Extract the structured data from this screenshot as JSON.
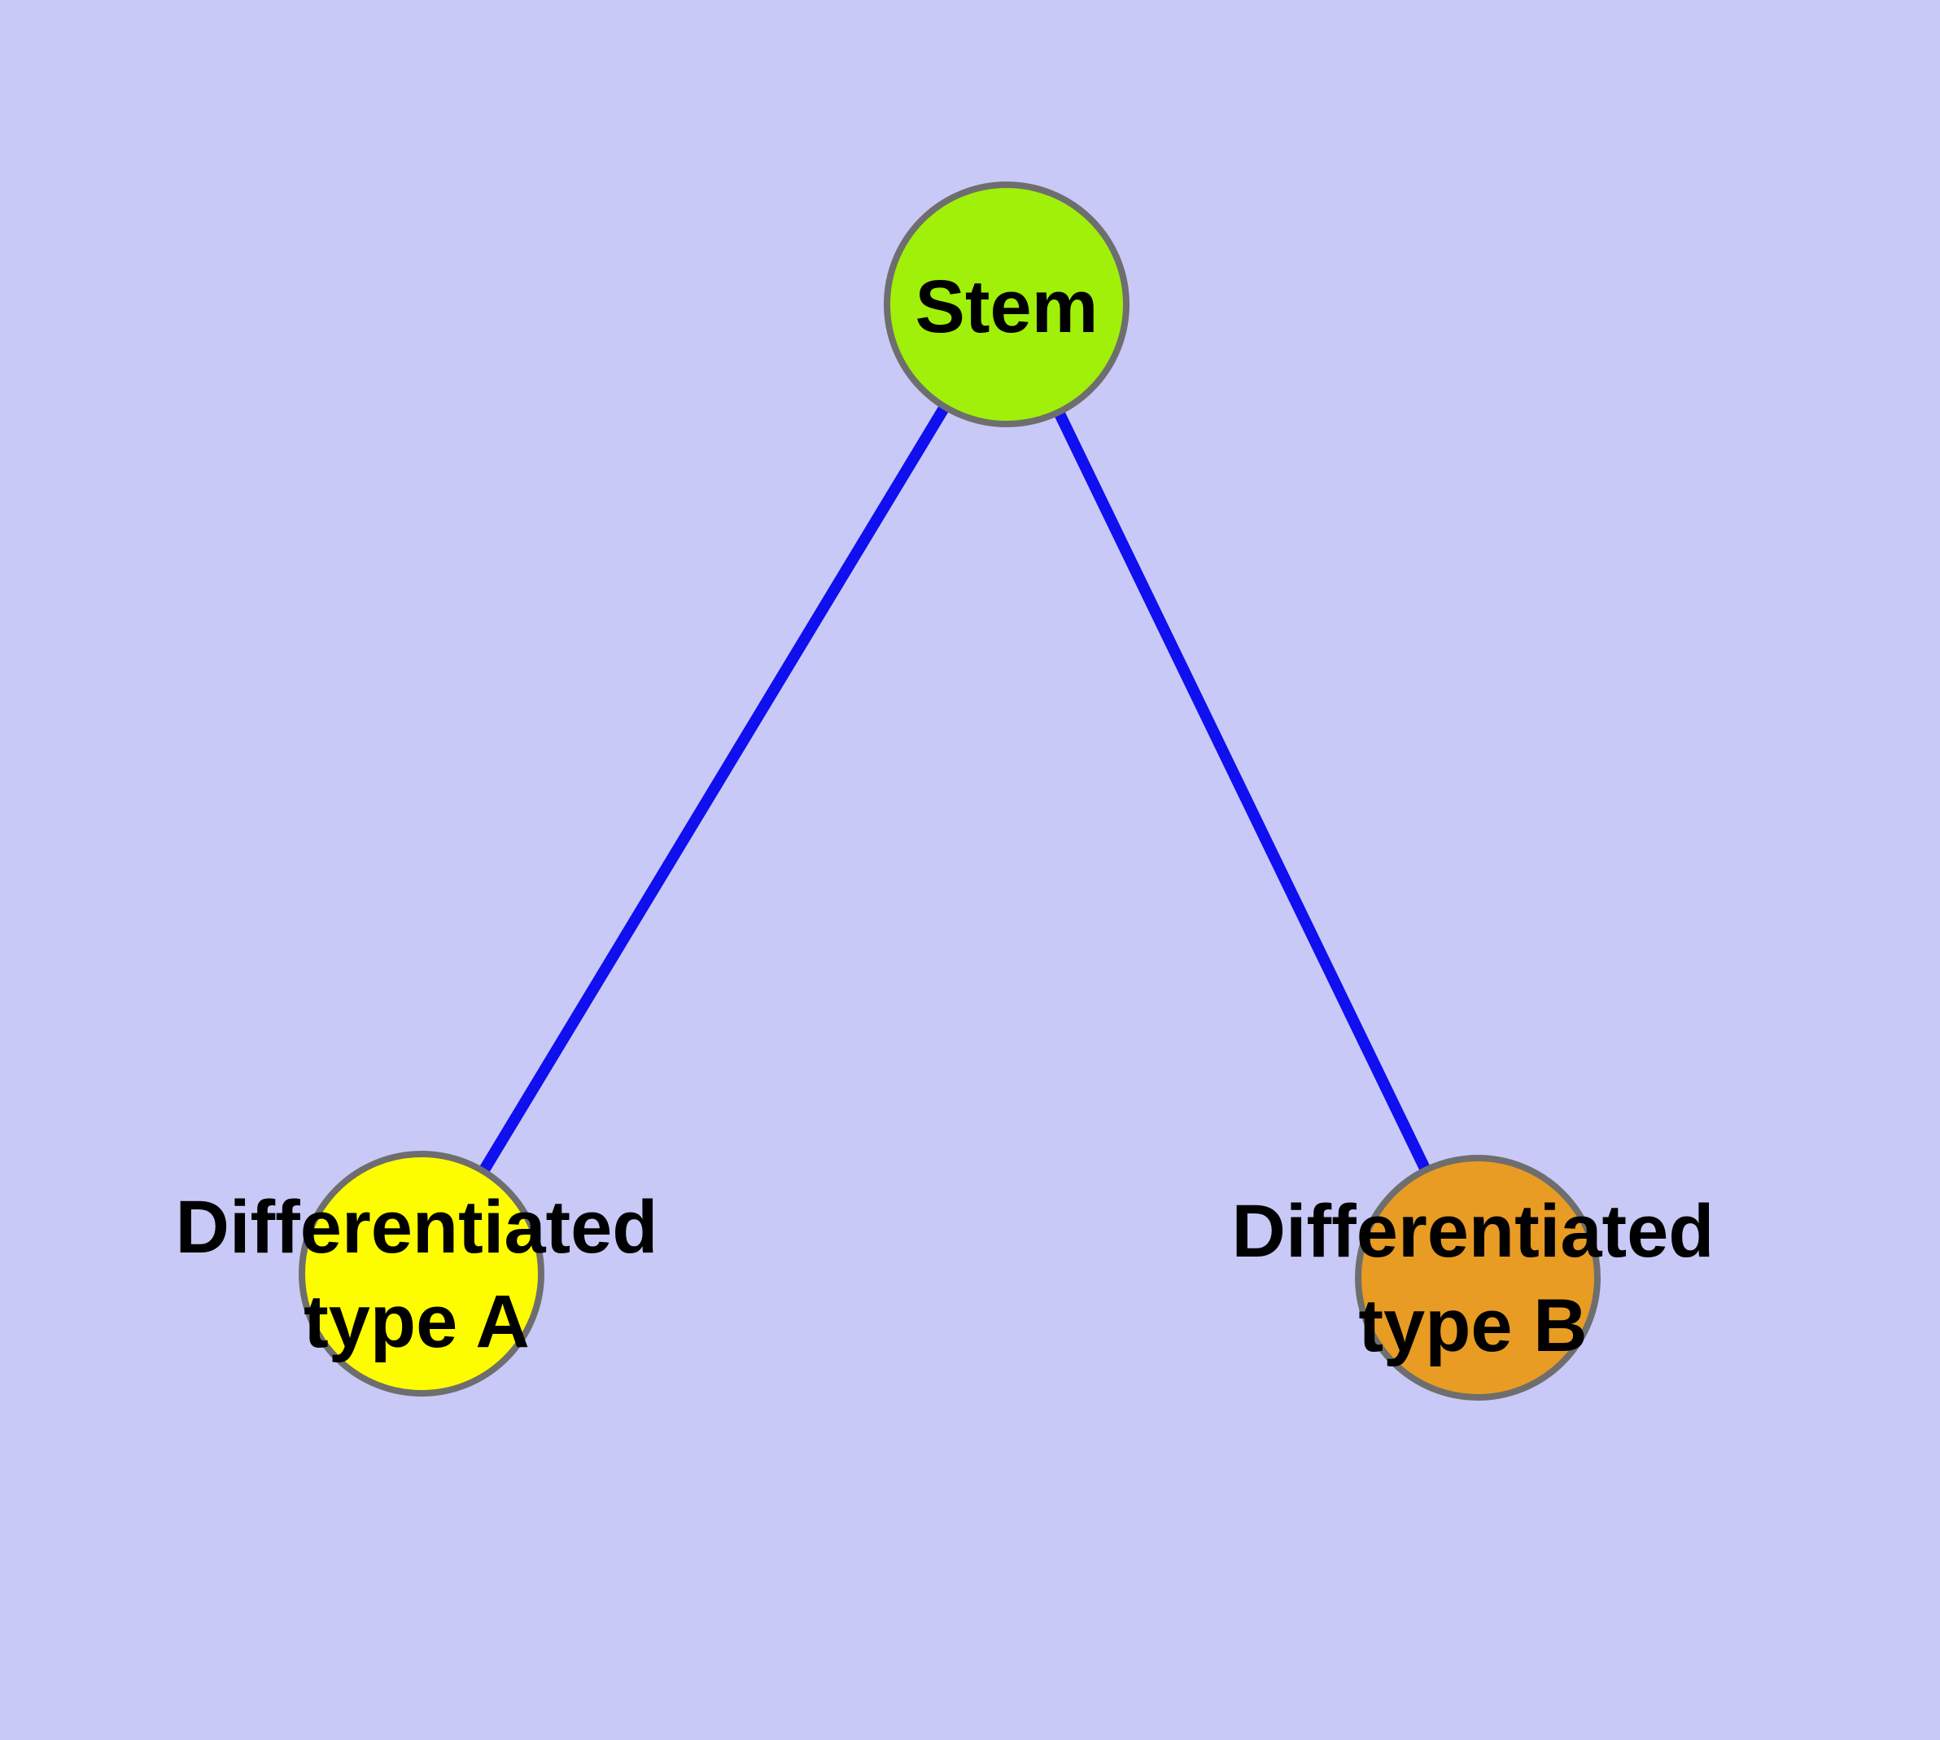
{
  "diagram": {
    "type": "graph",
    "background_color": "#c9c9f7",
    "edge_color": "#0f0ff0",
    "node_border_color": "#6e6e6e",
    "label_color": "#000000",
    "nodes": [
      {
        "id": "stem",
        "label_lines": [
          "Stem"
        ],
        "fill_color": "#a0f00a"
      },
      {
        "id": "differentiated-type-a",
        "label_lines": [
          "Differentiated",
          "type A"
        ],
        "fill_color": "#fefd00"
      },
      {
        "id": "differentiated-type-b",
        "label_lines": [
          "Differentiated",
          "type B"
        ],
        "fill_color": "#e89c23"
      }
    ],
    "edges": [
      {
        "from": "stem",
        "to": "differentiated-type-a"
      },
      {
        "from": "stem",
        "to": "differentiated-type-b"
      }
    ]
  }
}
